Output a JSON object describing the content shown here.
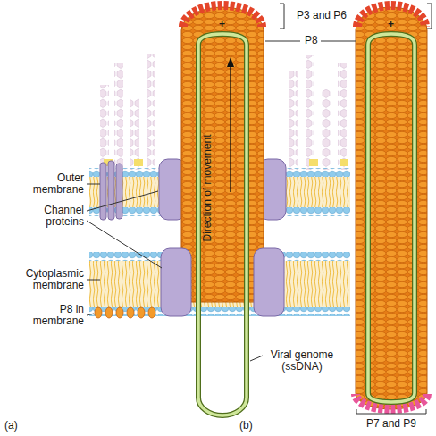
{
  "diagram": {
    "labels": [
      "P3 and P6",
      "P8",
      "Outer membrane",
      "Channel proteins",
      "Cytoplasmic membrane",
      "P8 in membrane",
      "Direction of movement",
      "Viral genome (ssDNA)",
      "P7 and P9",
      "(a)",
      "(b)",
      "+",
      "+"
    ]
  }
}
